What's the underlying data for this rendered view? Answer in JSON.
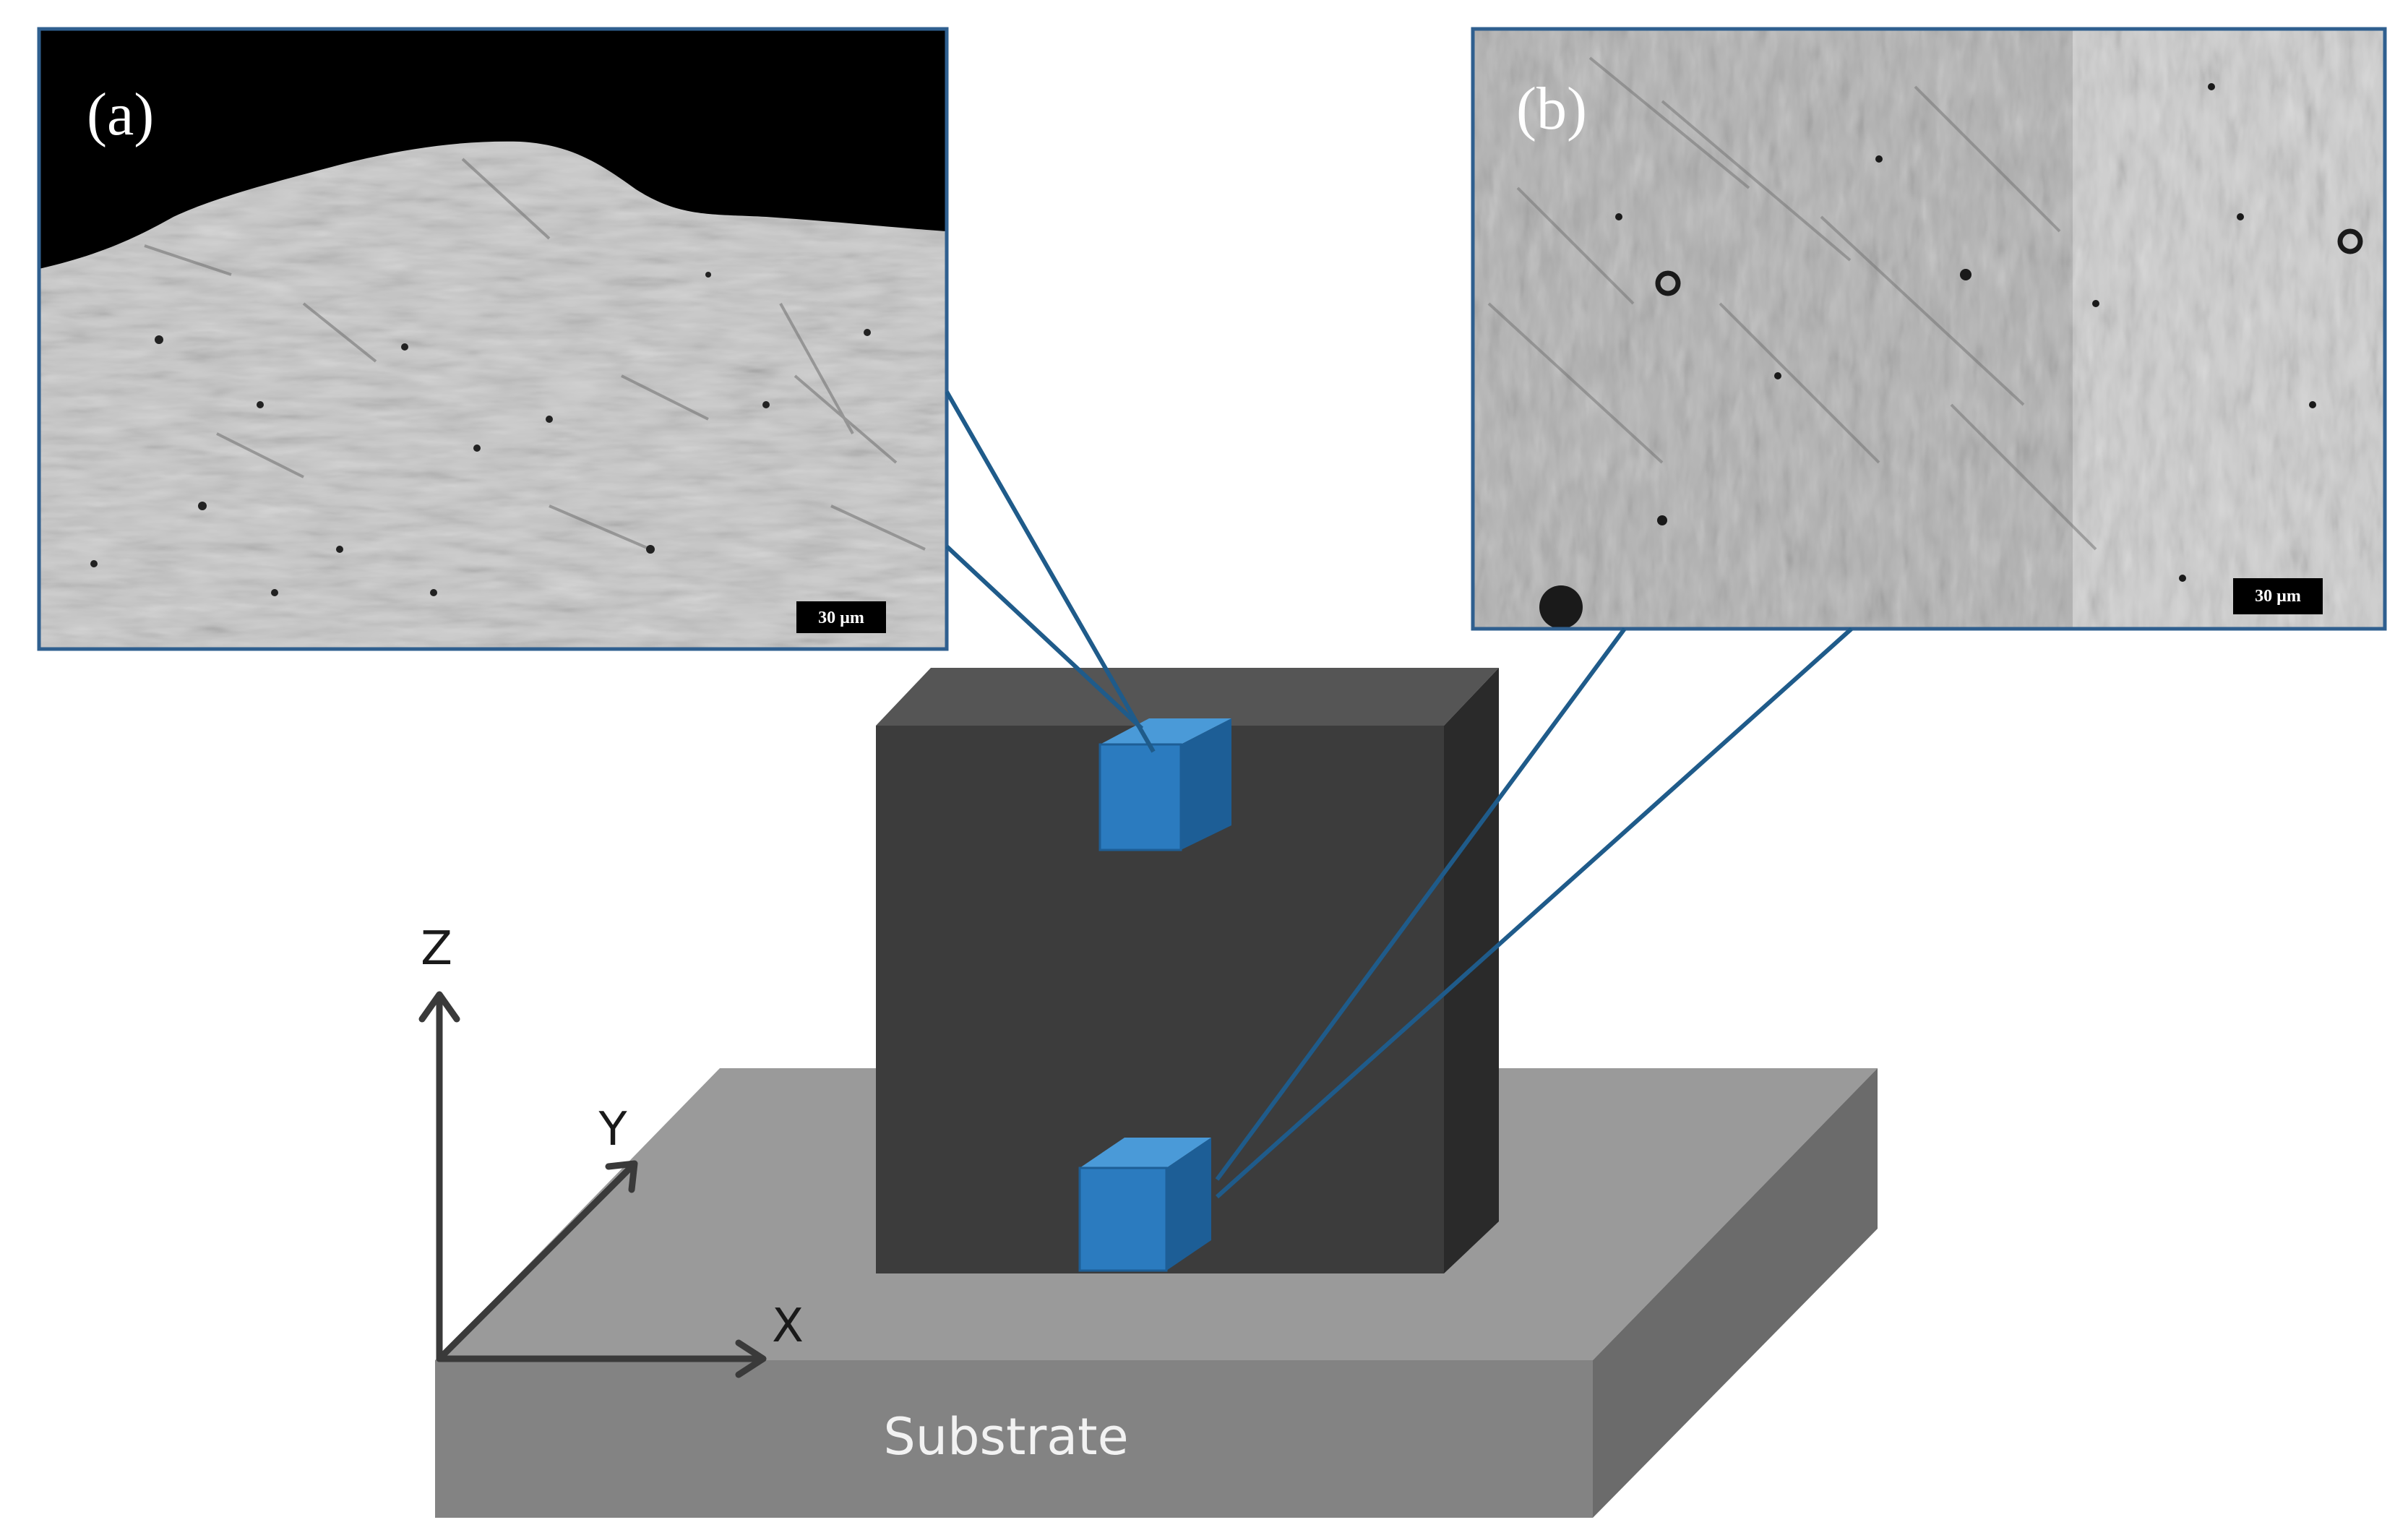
{
  "micrographs": {
    "a": {
      "label": "(a)",
      "scale_bar": "30 µm"
    },
    "b": {
      "label": "(b)",
      "scale_bar": "30 µm"
    }
  },
  "axes": {
    "x": "X",
    "y": "Y",
    "z": "Z"
  },
  "substrate": {
    "label": "Substrate"
  },
  "colors": {
    "block_front": "#3c3c3c",
    "block_top": "#555555",
    "block_side": "#2a2a2a",
    "substrate_top": "#9a9a9a",
    "substrate_front": "#838383",
    "substrate_side": "#6b6b6b",
    "sample_cube": "#2b7bbf",
    "leader_line": "#1f5b8a",
    "frame": "#2f5f8f"
  }
}
